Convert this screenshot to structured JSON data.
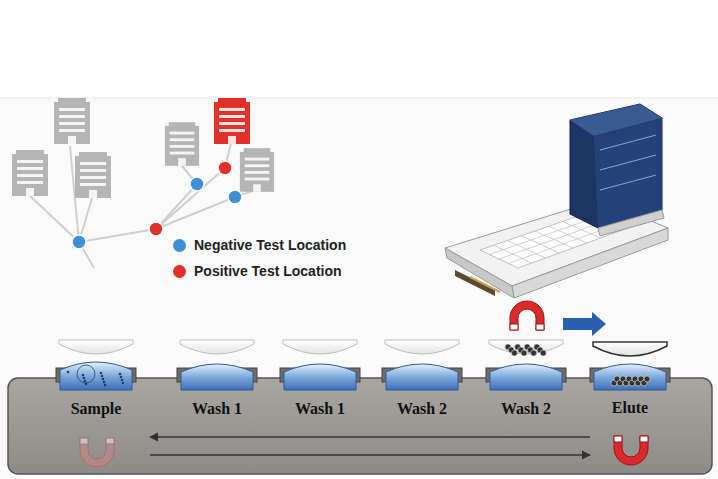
{
  "diagram": {
    "labels": [
      "Sample",
      "Wash 1",
      "Wash 1",
      "Wash 2",
      "Wash 2",
      "Elute"
    ],
    "legend": [
      {
        "text": "Negative Test Location",
        "color": "#3d8fd6"
      },
      {
        "text": "Positive Test Location",
        "color": "#e2312b"
      }
    ]
  }
}
